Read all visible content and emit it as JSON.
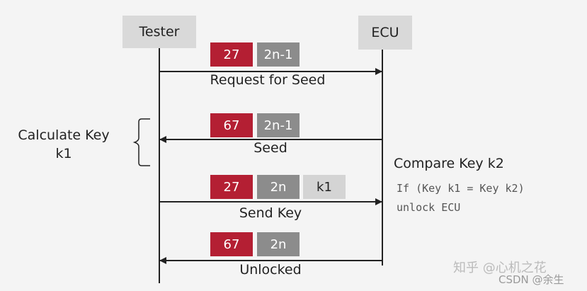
{
  "actors": {
    "tester": "Tester",
    "ecu": "ECU"
  },
  "messages": [
    {
      "direction": "tester-to-ecu",
      "label": "Request for Seed",
      "fields": [
        {
          "text": "27",
          "color": "red"
        },
        {
          "text": "2n-1",
          "color": "gray"
        }
      ]
    },
    {
      "direction": "ecu-to-tester",
      "label": "Seed",
      "fields": [
        {
          "text": "67",
          "color": "red"
        },
        {
          "text": "2n-1",
          "color": "gray"
        }
      ]
    },
    {
      "direction": "tester-to-ecu",
      "label": "Send Key",
      "fields": [
        {
          "text": "27",
          "color": "red"
        },
        {
          "text": "2n",
          "color": "gray"
        },
        {
          "text": "k1",
          "color": "light"
        }
      ]
    },
    {
      "direction": "ecu-to-tester",
      "label": "Unlocked",
      "fields": [
        {
          "text": "67",
          "color": "red"
        },
        {
          "text": "2n",
          "color": "gray"
        }
      ]
    }
  ],
  "tester_note": {
    "line1": "Calculate Key",
    "line2": "k1"
  },
  "ecu_note": {
    "title": "Compare Key k2",
    "code_line1": "If (Key k1 = Key k2)",
    "code_line2": "unlock ECU"
  },
  "watermarks": {
    "zhihu": "知乎 @心机之花",
    "csdn": "CSDN @余生"
  },
  "colors": {
    "red": "#b41f33",
    "gray": "#8c8c8c",
    "light": "#d4d4d4",
    "line": "#222222"
  }
}
